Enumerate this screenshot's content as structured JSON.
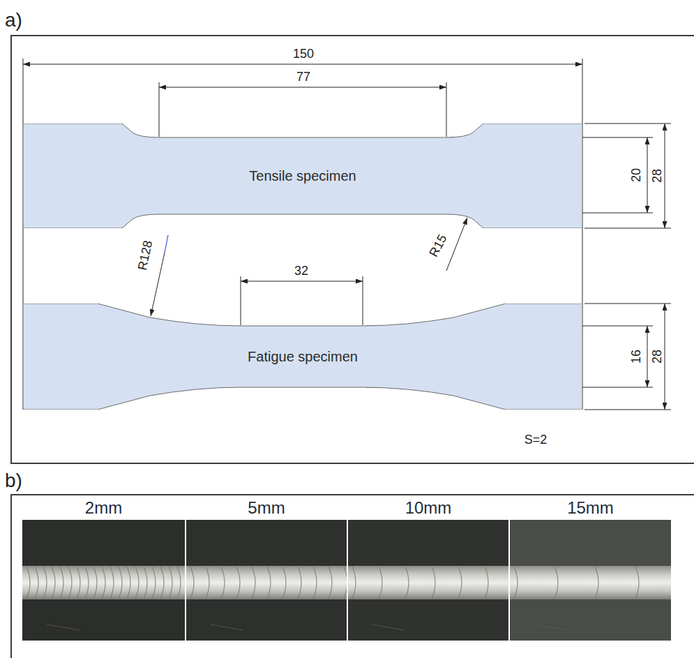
{
  "diagram": {
    "nodes": [
      {
        "text": [
          "a)"
        ]
      },
      {
        "text": [
          "Tensile specimen"
        ],
        "in": 0
      },
      {
        "text": [
          "Fatigue specimen"
        ],
        "in": 0
      },
      {
        "text": [
          "b)"
        ]
      },
      {
        "text": [
          "2mm"
        ],
        "in": 3
      },
      {
        "text": [
          "5mm"
        ],
        "in": 3
      },
      {
        "text": [
          "10mm"
        ],
        "in": 3
      },
      {
        "text": [
          "15mm"
        ],
        "in": 3
      }
    ],
    "labels": [
      "150",
      "77",
      "20",
      "28",
      "R128",
      "R15",
      "32",
      "16",
      "28",
      "S=2"
    ]
  }
}
